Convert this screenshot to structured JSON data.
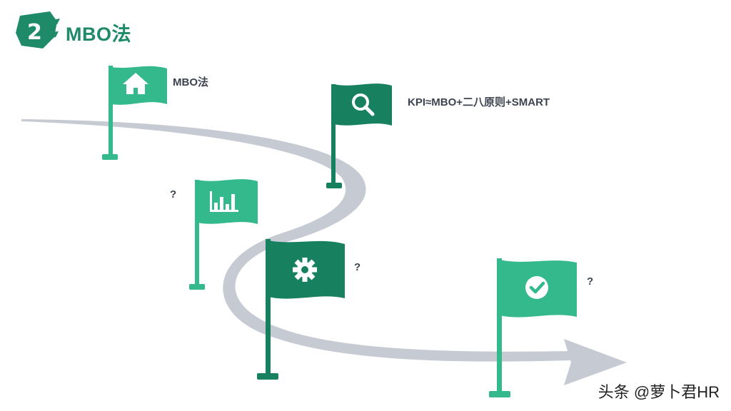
{
  "header": {
    "badge_number": "2",
    "title": "MBO法"
  },
  "colors": {
    "light_green": "#34b98c",
    "dark_green": "#17805f",
    "road": "#c5cad3",
    "title": "#1e8a68",
    "label_text": "#3d4450"
  },
  "flags": [
    {
      "icon": "home-icon",
      "label": "MBO法",
      "color": "#34b98c"
    },
    {
      "icon": "search-icon",
      "label": "KPI≈MBO+二八原则+SMART",
      "color": "#17805f"
    },
    {
      "icon": "bar-chart-icon",
      "label": "?",
      "color": "#34b98c"
    },
    {
      "icon": "gear-icon",
      "label": "?",
      "color": "#17805f"
    },
    {
      "icon": "check-circle-icon",
      "label": "?",
      "color": "#34b98c"
    }
  ],
  "watermark": "头条 @萝卜君HR"
}
